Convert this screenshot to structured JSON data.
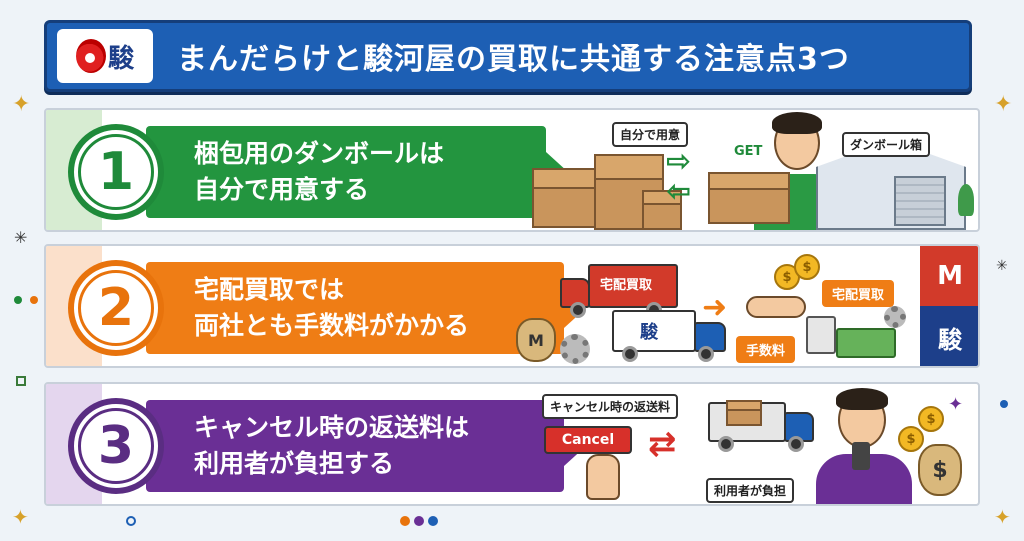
{
  "header": {
    "logo_kanji": "駿",
    "title": "まんだらけと駿河屋の買取に共通する注意点3つ"
  },
  "points": [
    {
      "number": "1",
      "line1": "梱包用のダンボールは",
      "line2": "自分で用意する",
      "tag_self": "自分で用意",
      "tag_get": "GET",
      "tag_box": "ダンボール箱",
      "color": "#23953f"
    },
    {
      "number": "2",
      "line1": "宅配買取では",
      "line2": "両社とも手数料がかかる",
      "truck_label": "宅配買取",
      "truck2_logo": "駿",
      "tag_takuhai": "宅配買取",
      "tag_fee": "手数料",
      "bag_letter": "M",
      "side_logo_top": "M",
      "side_logo_bottom": "駿",
      "color": "#ef7d15"
    },
    {
      "number": "3",
      "line1": "キャンセル時の返送料は",
      "line2": "利用者が負担する",
      "tag_return": "キャンセル時の返送料",
      "cancel_button": "Cancel",
      "tag_user": "利用者が負担",
      "coin_symbol": "$",
      "color": "#6a2f95"
    }
  ]
}
